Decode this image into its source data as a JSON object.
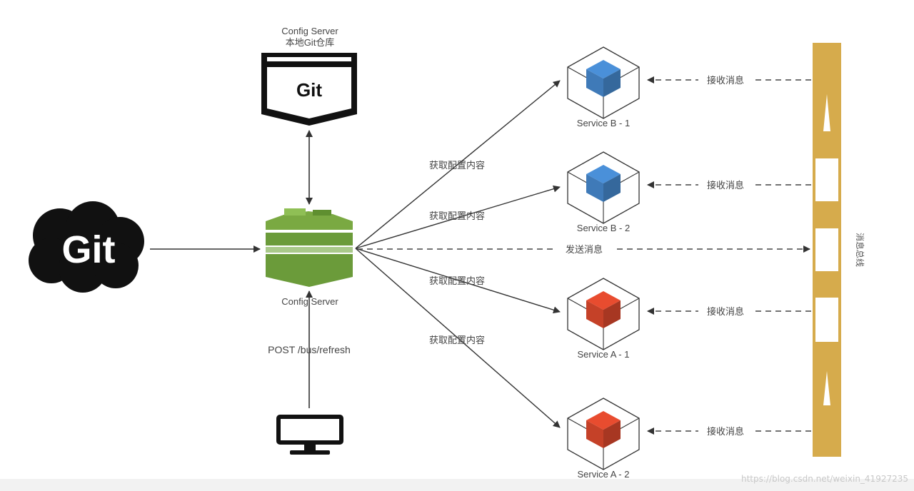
{
  "git_repo": {
    "title_line1": "Config Server",
    "title_line2": "本地Git仓库",
    "badge": "Git"
  },
  "git_remote": {
    "logo": "Git"
  },
  "config_server": {
    "label": "Config Server"
  },
  "client": {
    "request": "POST /bus/refresh"
  },
  "services": [
    {
      "label": "Service B - 1",
      "fetch": "获取配置内容",
      "receive": "接收消息",
      "cube_color": "#4a90d9"
    },
    {
      "label": "Service B - 2",
      "fetch": "获取配置内容",
      "receive": "接收消息",
      "cube_color": "#4a90d9"
    },
    {
      "label": "Service A - 1",
      "fetch": "获取配置内容",
      "receive": "接收消息",
      "cube_color": "#e84c2f"
    },
    {
      "label": "Service A - 2",
      "fetch": "获取配置内容",
      "receive": "接收消息",
      "cube_color": "#e84c2f"
    }
  ],
  "broadcast": {
    "label": "发送消息"
  },
  "bus": {
    "label": "消息总线",
    "color": "#d6ab4c"
  },
  "watermark": "https://blog.csdn.net/weixin_41927235",
  "colors": {
    "arrow": "#333333",
    "dashed": "#444444",
    "server_green": "#6b9b3a"
  }
}
